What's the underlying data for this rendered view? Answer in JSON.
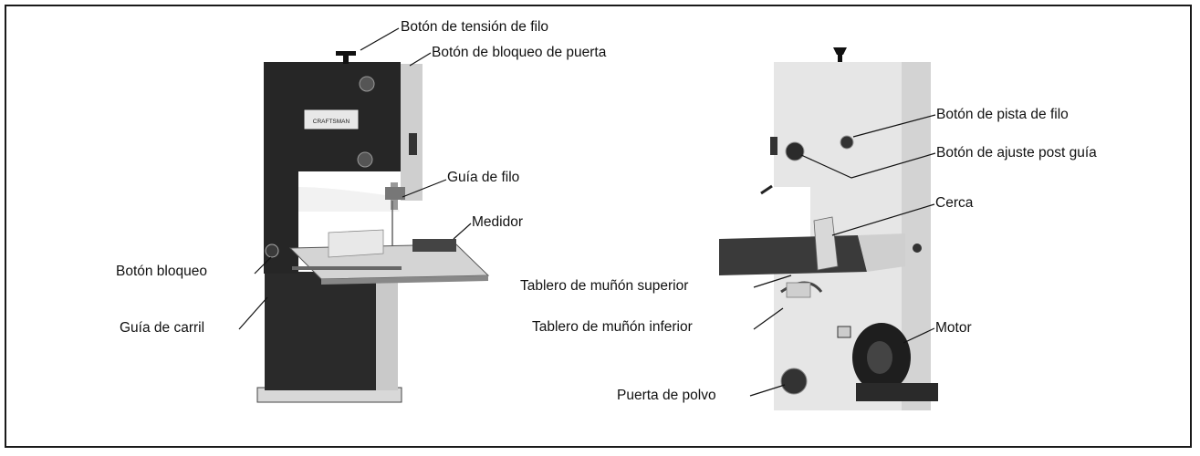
{
  "figure": {
    "left_machine": {
      "brand_plate": "CRAFTSMAN",
      "labels": {
        "tension_knob": "Botón de tensión de filo",
        "door_lock_knob": "Botón de bloqueo de puerta",
        "blade_guide": "Guía de filo",
        "gauge": "Medidor",
        "lock_knob": "Botón bloqueo",
        "rail_guide": "Guía de carril"
      }
    },
    "right_machine": {
      "labels": {
        "blade_tracking_knob": "Botón de pista de filo",
        "guide_post_adjust_knob": "Botón de ajuste post guía",
        "fence": "Cerca",
        "upper_trunnion": "Tablero de muñón superior",
        "lower_trunnion": "Tablero de muñón inferior",
        "motor": "Motor",
        "dust_door": "Puerta de polvo"
      }
    }
  },
  "colors": {
    "frame": "#1a1a1a",
    "dark_body": "#2a2a2a",
    "light_body": "#e6e6e6"
  }
}
